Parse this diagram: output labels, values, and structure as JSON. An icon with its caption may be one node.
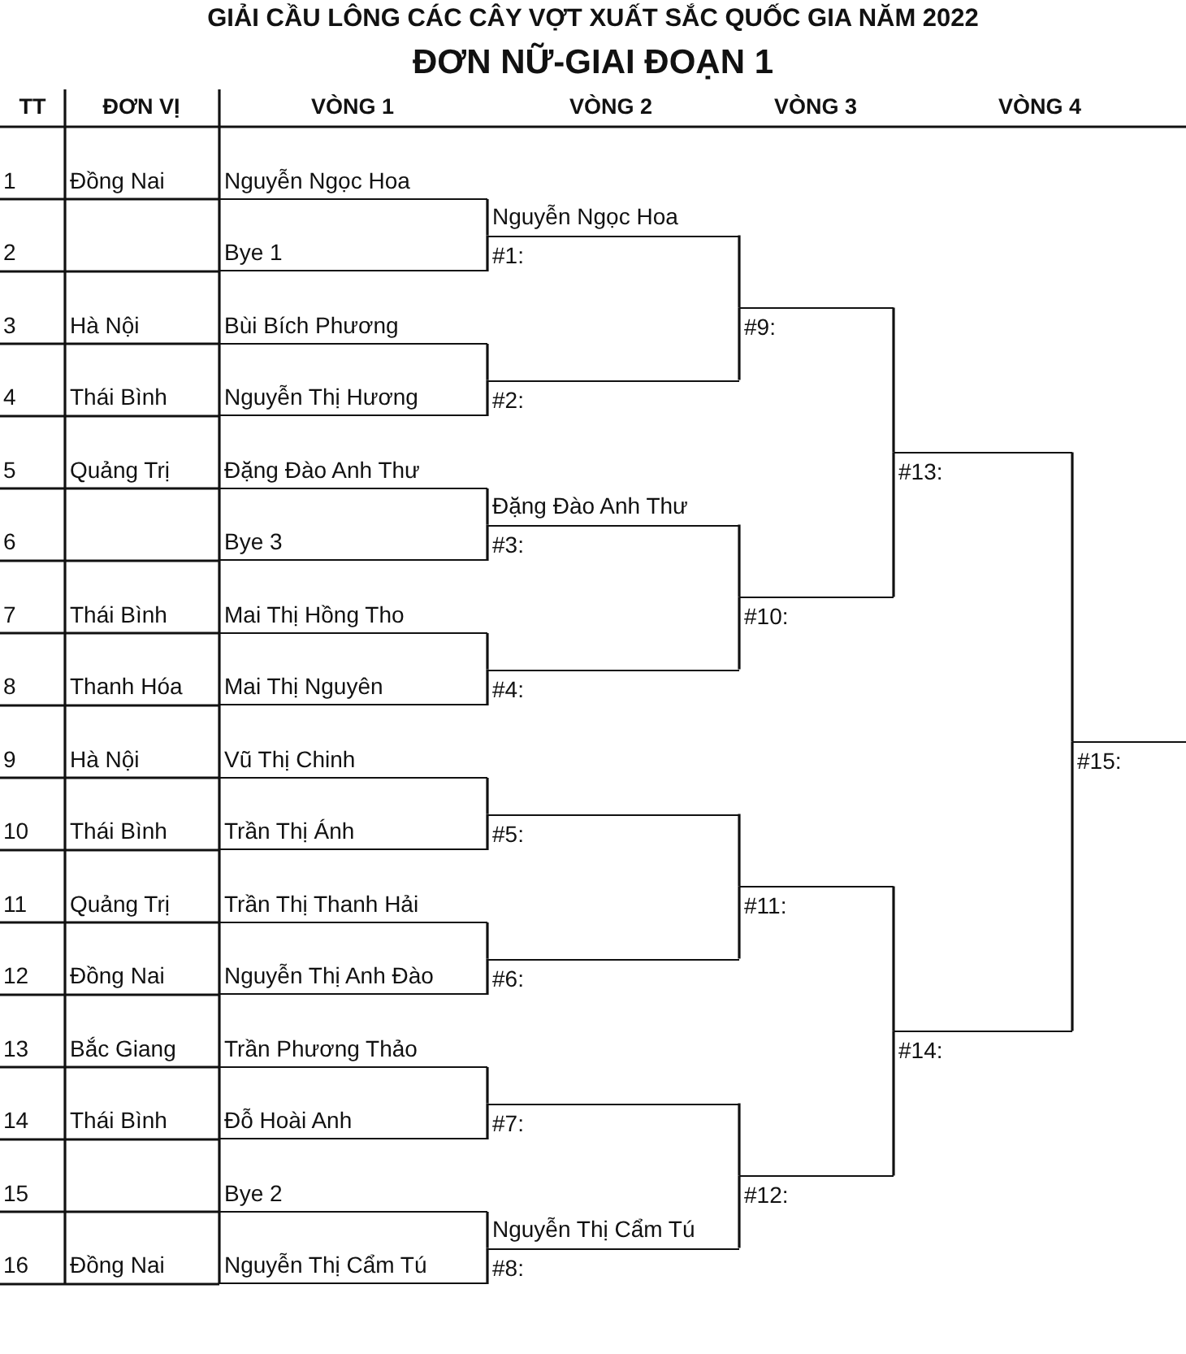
{
  "diagram": {
    "title": "GIẢI CẦU LÔNG CÁC CÂY VỢT XUẤT SẮC QUỐC GIA NĂM 2022",
    "nodes": [
      {
        "text": [
          "Nguyễn Ngọc Hoa"
        ]
      },
      {
        "text": [
          "Bye 1"
        ]
      },
      {
        "text": [
          "Bùi Bích Phương"
        ]
      },
      {
        "text": [
          "Nguyễn Thị Hương"
        ]
      },
      {
        "text": [
          "Đặng Đào Anh Thư"
        ]
      },
      {
        "text": [
          "Bye 3"
        ]
      },
      {
        "text": [
          "Mai Thị Hồng Tho"
        ]
      },
      {
        "text": [
          "Mai Thị Nguyên"
        ]
      },
      {
        "text": [
          "Vũ Thị Chinh"
        ]
      },
      {
        "text": [
          "Trần Thị Ánh"
        ]
      },
      {
        "text": [
          "Trần Thị Thanh Hải"
        ]
      },
      {
        "text": [
          "Nguyễn Thị Anh Đào"
        ]
      },
      {
        "text": [
          "Trần Phương Thảo"
        ]
      },
      {
        "text": [
          "Đỗ Hoài Anh"
        ]
      },
      {
        "text": [
          "Bye 2"
        ]
      },
      {
        "text": [
          "Nguyễn Thị Cẩm Tú"
        ]
      },
      {
        "text": [
          "#1:"
        ],
        "beside": [
          "Nguyễn Ngọc Hoa"
        ]
      },
      {
        "text": [
          "#2:"
        ]
      },
      {
        "text": [
          "#3:"
        ],
        "beside": [
          "Đặng Đào Anh Thư"
        ]
      },
      {
        "text": [
          "#4:"
        ]
      },
      {
        "text": [
          "#5:"
        ]
      },
      {
        "text": [
          "#6:"
        ]
      },
      {
        "text": [
          "#7:"
        ]
      },
      {
        "text": [
          "#8:"
        ],
        "beside": [
          "Nguyễn Thị Cẩm Tú"
        ]
      },
      {
        "text": [
          "#9:"
        ]
      },
      {
        "text": [
          "#10:"
        ]
      },
      {
        "text": [
          "#11:"
        ]
      },
      {
        "text": [
          "#12:"
        ]
      },
      {
        "text": [
          "#13:"
        ]
      },
      {
        "text": [
          "#14:"
        ]
      },
      {
        "text": [
          "#15:"
        ]
      }
    ],
    "edges": [
      {
        "from": 0,
        "to": 16,
        "arrow": "none"
      },
      {
        "from": 1,
        "to": 16,
        "arrow": "none"
      },
      {
        "from": 2,
        "to": 17,
        "arrow": "none"
      },
      {
        "from": 3,
        "to": 17,
        "arrow": "none"
      },
      {
        "from": 4,
        "to": 18,
        "arrow": "none"
      },
      {
        "from": 5,
        "to": 18,
        "arrow": "none"
      },
      {
        "from": 6,
        "to": 19,
        "arrow": "none"
      },
      {
        "from": 7,
        "to": 19,
        "arrow": "none"
      },
      {
        "from": 8,
        "to": 20,
        "arrow": "none"
      },
      {
        "from": 9,
        "to": 20,
        "arrow": "none"
      },
      {
        "from": 10,
        "to": 21,
        "arrow": "none"
      },
      {
        "from": 11,
        "to": 21,
        "arrow": "none"
      },
      {
        "from": 12,
        "to": 22,
        "arrow": "none"
      },
      {
        "from": 13,
        "to": 22,
        "arrow": "none"
      },
      {
        "from": 14,
        "to": 23,
        "arrow": "none"
      },
      {
        "from": 15,
        "to": 23,
        "arrow": "none"
      },
      {
        "from": 16,
        "to": 24,
        "arrow": "none"
      },
      {
        "from": 17,
        "to": 24,
        "arrow": "none"
      },
      {
        "from": 18,
        "to": 25,
        "arrow": "none"
      },
      {
        "from": 19,
        "to": 25,
        "arrow": "none"
      },
      {
        "from": 20,
        "to": 26,
        "arrow": "none"
      },
      {
        "from": 21,
        "to": 26,
        "arrow": "none"
      },
      {
        "from": 22,
        "to": 27,
        "arrow": "none"
      },
      {
        "from": 23,
        "to": 27,
        "arrow": "none"
      },
      {
        "from": 24,
        "to": 28,
        "arrow": "none"
      },
      {
        "from": 25,
        "to": 28,
        "arrow": "none"
      },
      {
        "from": 26,
        "to": 29,
        "arrow": "none"
      },
      {
        "from": 27,
        "to": 29,
        "arrow": "none"
      },
      {
        "from": 28,
        "to": 30,
        "arrow": "none"
      },
      {
        "from": 29,
        "to": 30,
        "arrow": "none"
      }
    ],
    "labels": [
      "ĐƠN NỮ-GIAI ĐOẠN 1",
      "TT",
      "ĐƠN VỊ",
      "VÒNG 1",
      "VÒNG 2",
      "VÒNG 3",
      "VÒNG 4",
      "1",
      "Đồng Nai",
      "2",
      "3",
      "Hà Nội",
      "4",
      "Thái Bình",
      "5",
      "Quảng Trị",
      "6",
      "7",
      "Thái Bình",
      "8",
      "Thanh Hóa",
      "9",
      "Hà Nội",
      "10",
      "Thái Bình",
      "11",
      "Quảng Trị",
      "12",
      "Đồng Nai",
      "13",
      "Bắc Giang",
      "14",
      "Thái Bình",
      "15",
      "16",
      "Đồng Nai"
    ]
  }
}
